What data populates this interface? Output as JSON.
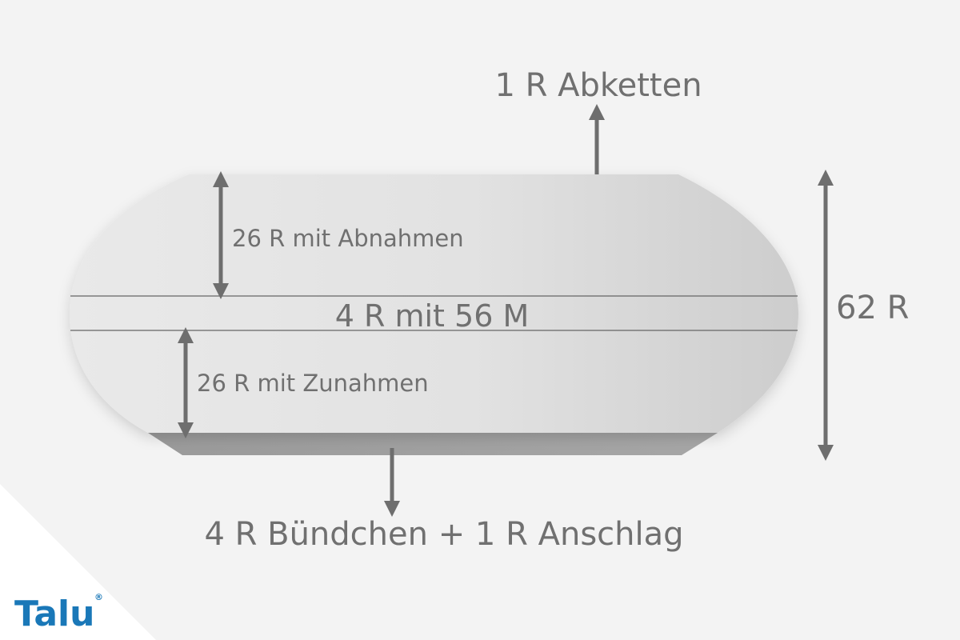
{
  "labels": {
    "top_bindoff": "1 R Abketten",
    "decreases": "26 R mit Abnahmen",
    "middle": "4 R mit 56 M",
    "increases": "26 R mit Zunahmen",
    "total_rows": "62 R",
    "bottom": "4 R Bündchen + 1 R Anschlag"
  },
  "logo": {
    "text": "Talu",
    "mark": "®"
  },
  "colors": {
    "background": "#f3f3f3",
    "shape_light": "#e6e6e6",
    "shape_dark": "#cfcfcf",
    "bottom_band": "#9a9a9a",
    "arrow": "#6e6e6e",
    "text": "#707070",
    "logo": "#1a78b8",
    "corner_triangle": "#ffffff"
  }
}
